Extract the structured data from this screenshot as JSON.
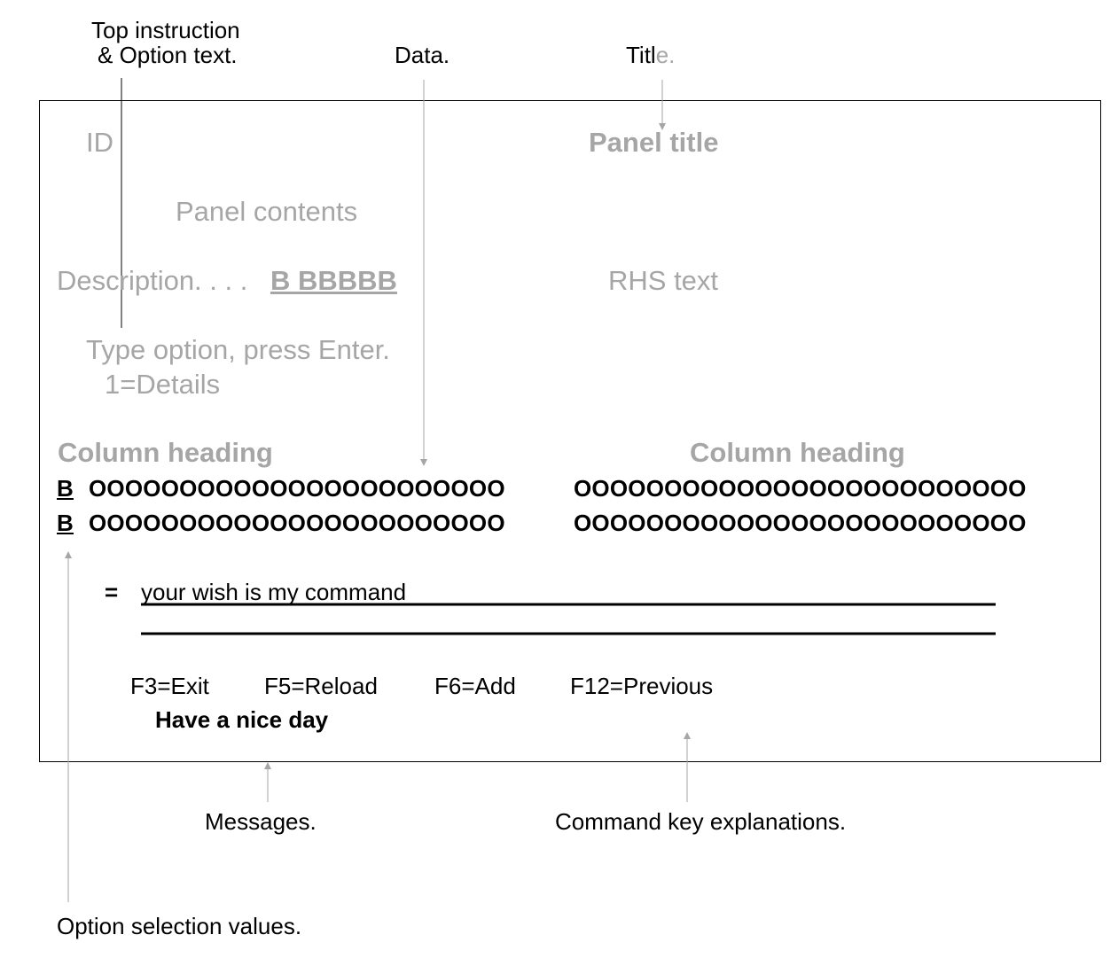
{
  "labels": {
    "top_instruction_1": "Top instruction",
    "top_instruction_2": "& Option text.",
    "data": "Data.",
    "title_a": "Titl",
    "title_b": "e.",
    "messages": "Messages.",
    "command_keys": "Command key explanations.",
    "option_values": "Option selection values."
  },
  "panel": {
    "id": "ID",
    "title": "Panel title",
    "contents": "Panel contents",
    "description_label": "Description. . . .",
    "description_value": "B BBBBB",
    "rhs_text": "RHS text",
    "instruction": "Type option, press Enter.",
    "option": "1=Details",
    "column_headings": [
      "Column heading",
      "Column heading"
    ],
    "rows": [
      {
        "opt": "B",
        "col1": "OOOOOOOOOOOOOOOOOOOOOOO",
        "col2": "OOOOOOOOOOOOOOOOOOOOOOOOO"
      },
      {
        "opt": "B",
        "col1": "OOOOOOOOOOOOOOOOOOOOOOO",
        "col2": "OOOOOOOOOOOOOOOOOOOOOOOOO"
      }
    ],
    "command_prompt": "=",
    "command_value": "your wish is my command",
    "function_keys": [
      "F3=Exit",
      "F5=Reload",
      "F6=Add",
      "F12=Previous"
    ],
    "message": "Have a nice day"
  }
}
